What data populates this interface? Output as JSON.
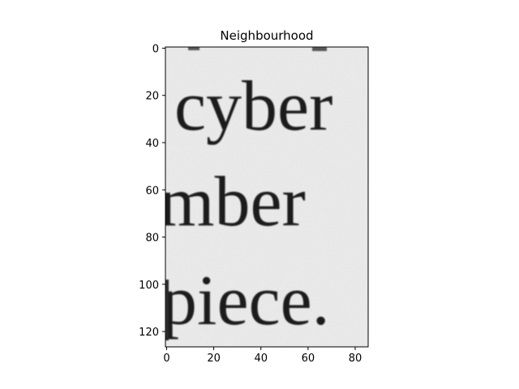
{
  "chart_data": {
    "type": "image",
    "title": "Neighbourhood",
    "xlabel": "",
    "ylabel": "",
    "xlim": [
      -0.5,
      85.5
    ],
    "ylim": [
      126.5,
      -0.5
    ],
    "x_ticks": [
      0,
      20,
      40,
      60,
      80
    ],
    "y_ticks": [
      0,
      20,
      40,
      60,
      80,
      100,
      120
    ],
    "grid": false,
    "colormap": "gray",
    "image_words": [
      "cyber",
      "mber",
      "piece."
    ]
  }
}
